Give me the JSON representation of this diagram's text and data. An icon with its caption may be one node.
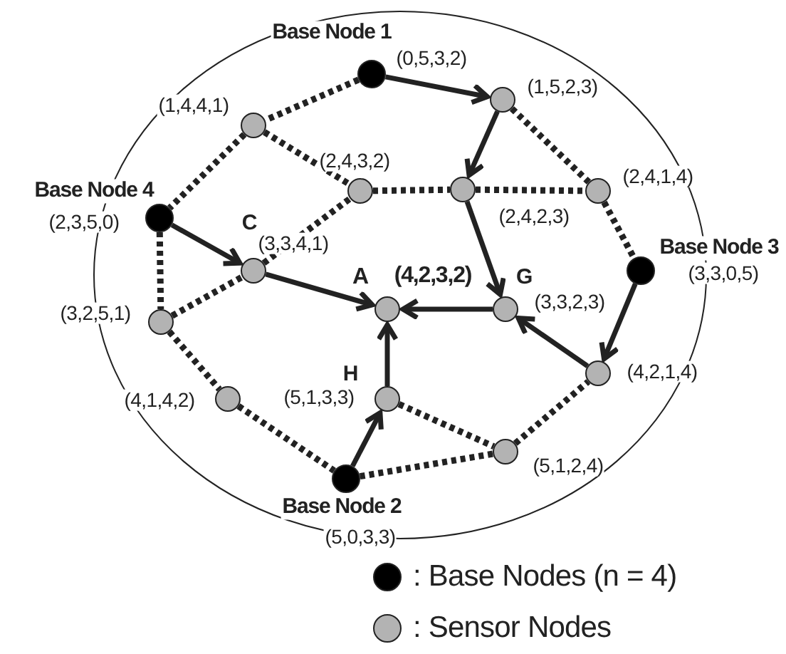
{
  "diagram": {
    "nodes": [
      {
        "text": [],
        "shape": "circle",
        "beside": [
          "Base Node 1",
          "(0,5,3,2)"
        ]
      },
      {
        "text": [],
        "shape": "circle",
        "beside": [
          "(1,5,2,3)"
        ]
      },
      {
        "text": [],
        "shape": "circle",
        "beside": [
          "(1,4,4,1)"
        ]
      },
      {
        "text": [],
        "shape": "circle",
        "beside": [
          "(2,4,3,2)"
        ]
      },
      {
        "text": [],
        "shape": "circle",
        "beside": [
          "(2,4,2,3)"
        ]
      },
      {
        "text": [],
        "shape": "circle",
        "beside": [
          "(2,4,1,4)"
        ]
      },
      {
        "text": [],
        "shape": "circle",
        "beside": [
          "Base Node 4",
          "(2,3,5,0)"
        ]
      },
      {
        "text": [],
        "shape": "circle",
        "beside": [
          "C",
          "(3,3,4,1)"
        ]
      },
      {
        "text": [],
        "shape": "circle",
        "beside": [
          "Base Node 3",
          "(3,3,0,5)"
        ]
      },
      {
        "text": [],
        "shape": "circle",
        "beside": [
          "A",
          "(4,2,3,2)"
        ]
      },
      {
        "text": [],
        "shape": "circle",
        "beside": [
          "G",
          "(3,3,2,3)"
        ]
      },
      {
        "text": [],
        "shape": "circle",
        "beside": [
          "(3,2,5,1)"
        ]
      },
      {
        "text": [],
        "shape": "circle",
        "beside": [
          "(4,2,1,4)"
        ]
      },
      {
        "text": [],
        "shape": "circle",
        "beside": [
          "(4,1,4,2)"
        ]
      },
      {
        "text": [],
        "shape": "circle",
        "beside": [
          "H",
          "(5,1,3,3)"
        ]
      },
      {
        "text": [],
        "shape": "circle",
        "beside": [
          "(5,1,2,4)"
        ]
      },
      {
        "text": [],
        "shape": "circle",
        "beside": [
          "Base Node 2",
          "(5,0,3,3)"
        ]
      }
    ],
    "edges": [
      {
        "from": 0,
        "to": 1,
        "arrow": "to"
      },
      {
        "from": 1,
        "to": 4,
        "arrow": "to"
      },
      {
        "from": 4,
        "to": 10,
        "arrow": "to"
      },
      {
        "from": 6,
        "to": 7,
        "arrow": "to"
      },
      {
        "from": 7,
        "to": 9,
        "arrow": "to"
      },
      {
        "from": 10,
        "to": 9,
        "arrow": "to"
      },
      {
        "from": 8,
        "to": 12,
        "arrow": "to"
      },
      {
        "from": 12,
        "to": 10,
        "arrow": "to"
      },
      {
        "from": 14,
        "to": 9,
        "arrow": "to"
      },
      {
        "from": 16,
        "to": 14,
        "arrow": "to"
      },
      {
        "from": 0,
        "to": 2,
        "arrow": "none",
        "style": "dashed"
      },
      {
        "from": 2,
        "to": 6,
        "arrow": "none",
        "style": "dashed"
      },
      {
        "from": 2,
        "to": 3,
        "arrow": "none",
        "style": "dashed"
      },
      {
        "from": 3,
        "to": 4,
        "arrow": "none",
        "style": "dashed"
      },
      {
        "from": 4,
        "to": 5,
        "arrow": "none",
        "style": "dashed"
      },
      {
        "from": 1,
        "to": 5,
        "arrow": "none",
        "style": "dashed"
      },
      {
        "from": 5,
        "to": 8,
        "arrow": "none",
        "style": "dashed"
      },
      {
        "from": 7,
        "to": 3,
        "arrow": "none",
        "style": "dashed"
      },
      {
        "from": 6,
        "to": 11,
        "arrow": "none",
        "style": "dashed"
      },
      {
        "from": 11,
        "to": 7,
        "arrow": "none",
        "style": "dashed"
      },
      {
        "from": 11,
        "to": 13,
        "arrow": "none",
        "style": "dashed"
      },
      {
        "from": 13,
        "to": 16,
        "arrow": "none",
        "style": "dashed"
      },
      {
        "from": 16,
        "to": 15,
        "arrow": "none",
        "style": "dashed"
      },
      {
        "from": 14,
        "to": 15,
        "arrow": "none",
        "style": "dashed"
      },
      {
        "from": 15,
        "to": 12,
        "arrow": "none",
        "style": "dashed"
      }
    ],
    "legend": [
      {
        "text": ": Base Nodes (n = 4)",
        "color": "#000000"
      },
      {
        "text": ": Sensor Nodes",
        "color": "#b3b3b3"
      }
    ]
  }
}
